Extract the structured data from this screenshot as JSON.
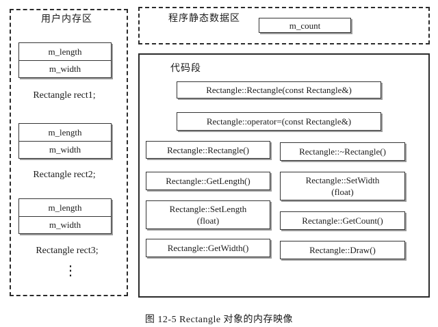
{
  "user_memory": {
    "title": "用户内存区",
    "objects": [
      {
        "fields": [
          "m_length",
          "m_width"
        ],
        "label": "Rectangle rect1;"
      },
      {
        "fields": [
          "m_length",
          "m_width"
        ],
        "label": "Rectangle rect2;"
      },
      {
        "fields": [
          "m_length",
          "m_width"
        ],
        "label": "Rectangle rect3;"
      }
    ],
    "ellipsis": "⋮"
  },
  "static_data": {
    "title": "程序静态数据区",
    "items": [
      "m_count"
    ]
  },
  "code_segment": {
    "title": "代码段",
    "methods": [
      "Rectangle::Rectangle(const Rectangle&)",
      "Rectangle::operator=(const Rectangle&)",
      "Rectangle::Rectangle()",
      "Rectangle::~Rectangle()",
      "Rectangle::GetLength()",
      "Rectangle::SetWidth\n(float)",
      "Rectangle::SetLength\n(float)",
      "Rectangle::GetCount()",
      "Rectangle::GetWidth()",
      "Rectangle::Draw()"
    ]
  },
  "caption": "图 12-5   Rectangle 对象的内存映像"
}
